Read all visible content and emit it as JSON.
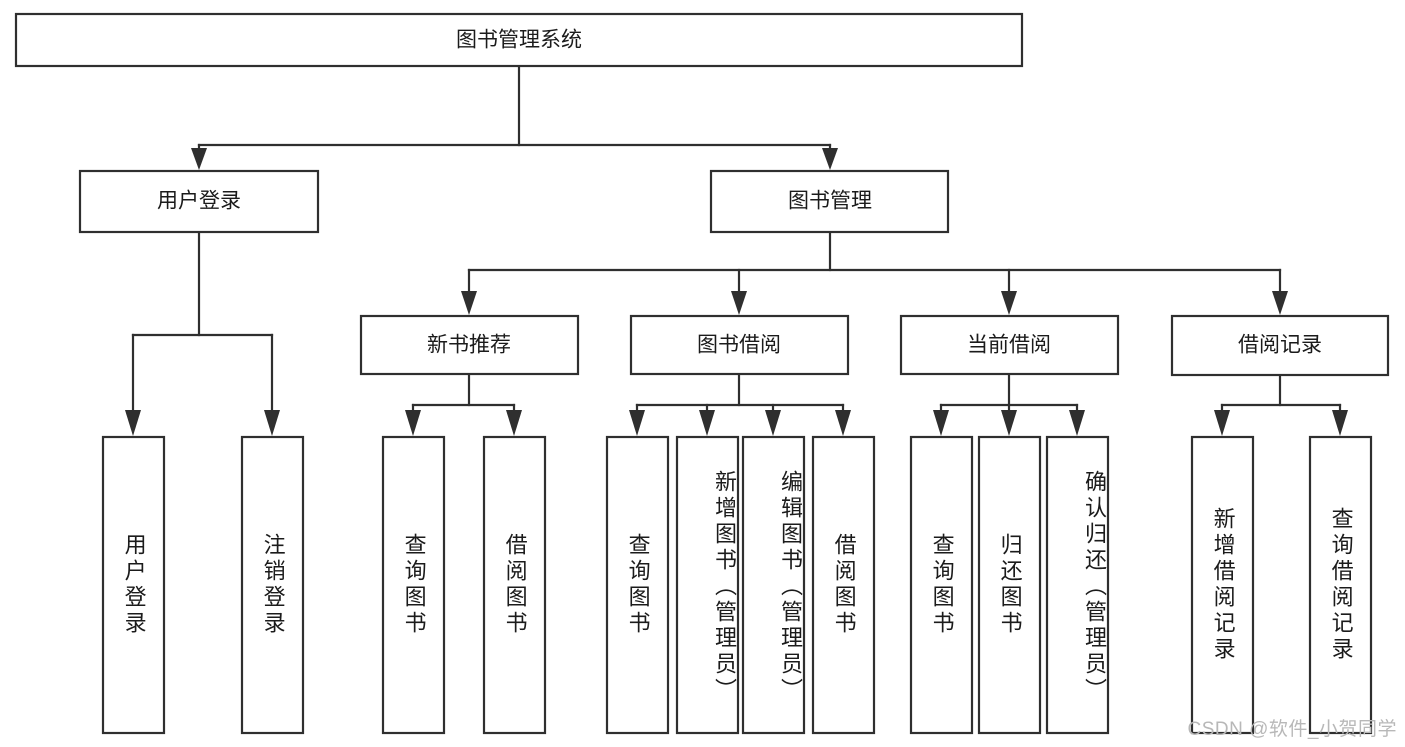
{
  "diagram": {
    "type": "tree",
    "title": "图书管理系统",
    "watermark": "CSDN @软件_小贺同学",
    "colors": {
      "box_stroke": "#2f2f2f",
      "box_fill": "#ffffff",
      "text": "#1b1b1b",
      "connector": "#2f2f2f",
      "watermark": "#b8b8b8",
      "background": "#ffffff"
    },
    "root": {
      "label": "图书管理系统"
    },
    "level2": [
      {
        "label": "用户登录"
      },
      {
        "label": "图书管理"
      }
    ],
    "level3": [
      {
        "label": "新书推荐"
      },
      {
        "label": "图书借阅"
      },
      {
        "label": "当前借阅"
      },
      {
        "label": "借阅记录"
      }
    ],
    "leaves": {
      "user_login": [
        {
          "label": "用户登录"
        },
        {
          "label": "注销登录"
        }
      ],
      "new_book_recommend": [
        {
          "label": "查询图书"
        },
        {
          "label": "借阅图书"
        }
      ],
      "book_borrow": [
        {
          "label": "查询图书"
        },
        {
          "label": "新增图书（管理员）"
        },
        {
          "label": "编辑图书（管理员）"
        },
        {
          "label": "借阅图书"
        }
      ],
      "current_borrow": [
        {
          "label": "查询图书"
        },
        {
          "label": "归还图书"
        },
        {
          "label": "确认归还（管理员）"
        }
      ],
      "borrow_record": [
        {
          "label": "新增借阅记录"
        },
        {
          "label": "查询借阅记录"
        }
      ]
    }
  }
}
